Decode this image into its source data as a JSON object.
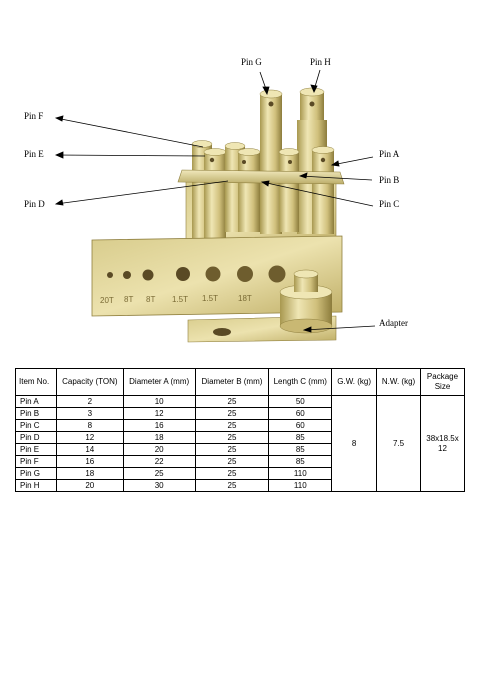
{
  "callouts": {
    "pin_g": "Pin G",
    "pin_h": "Pin H",
    "pin_f": "Pin F",
    "pin_e": "Pin E",
    "pin_a": "Pin A",
    "pin_b": "Pin B",
    "pin_d": "Pin D",
    "pin_c": "Pin C",
    "adapter": "Adapter"
  },
  "plate_stamps": [
    "20T",
    "8T",
    "8T",
    "1.5T",
    "1.5T",
    "18T"
  ],
  "table": {
    "headers": {
      "item": "Item No.",
      "capacity": "Capacity (TON)",
      "diam_a": "Diameter A (mm)",
      "diam_b": "Diameter B (mm)",
      "length_c": "Length C (mm)",
      "gw": "G.W. (kg)",
      "nw": "N.W. (kg)",
      "package": "Package Size"
    },
    "rows": [
      {
        "item": "Pin A",
        "capacity": "2",
        "diam_a": "10",
        "diam_b": "25",
        "length_c": "50"
      },
      {
        "item": "Pin B",
        "capacity": "3",
        "diam_a": "12",
        "diam_b": "25",
        "length_c": "60"
      },
      {
        "item": "Pin C",
        "capacity": "8",
        "diam_a": "16",
        "diam_b": "25",
        "length_c": "60"
      },
      {
        "item": "Pin D",
        "capacity": "12",
        "diam_a": "18",
        "diam_b": "25",
        "length_c": "85"
      },
      {
        "item": "Pin E",
        "capacity": "14",
        "diam_a": "20",
        "diam_b": "25",
        "length_c": "85"
      },
      {
        "item": "Pin F",
        "capacity": "16",
        "diam_a": "22",
        "diam_b": "25",
        "length_c": "85"
      },
      {
        "item": "Pin G",
        "capacity": "18",
        "diam_a": "25",
        "diam_b": "25",
        "length_c": "110"
      },
      {
        "item": "Pin H",
        "capacity": "20",
        "diam_a": "30",
        "diam_b": "25",
        "length_c": "110"
      }
    ],
    "gw": "8",
    "nw": "7.5",
    "package": "38x18.5x 12"
  },
  "colors": {
    "metal_light": "#e9dfa8",
    "metal_mid": "#c9b873",
    "metal_dark": "#8f7f3e",
    "hole": "#5a4a25"
  }
}
